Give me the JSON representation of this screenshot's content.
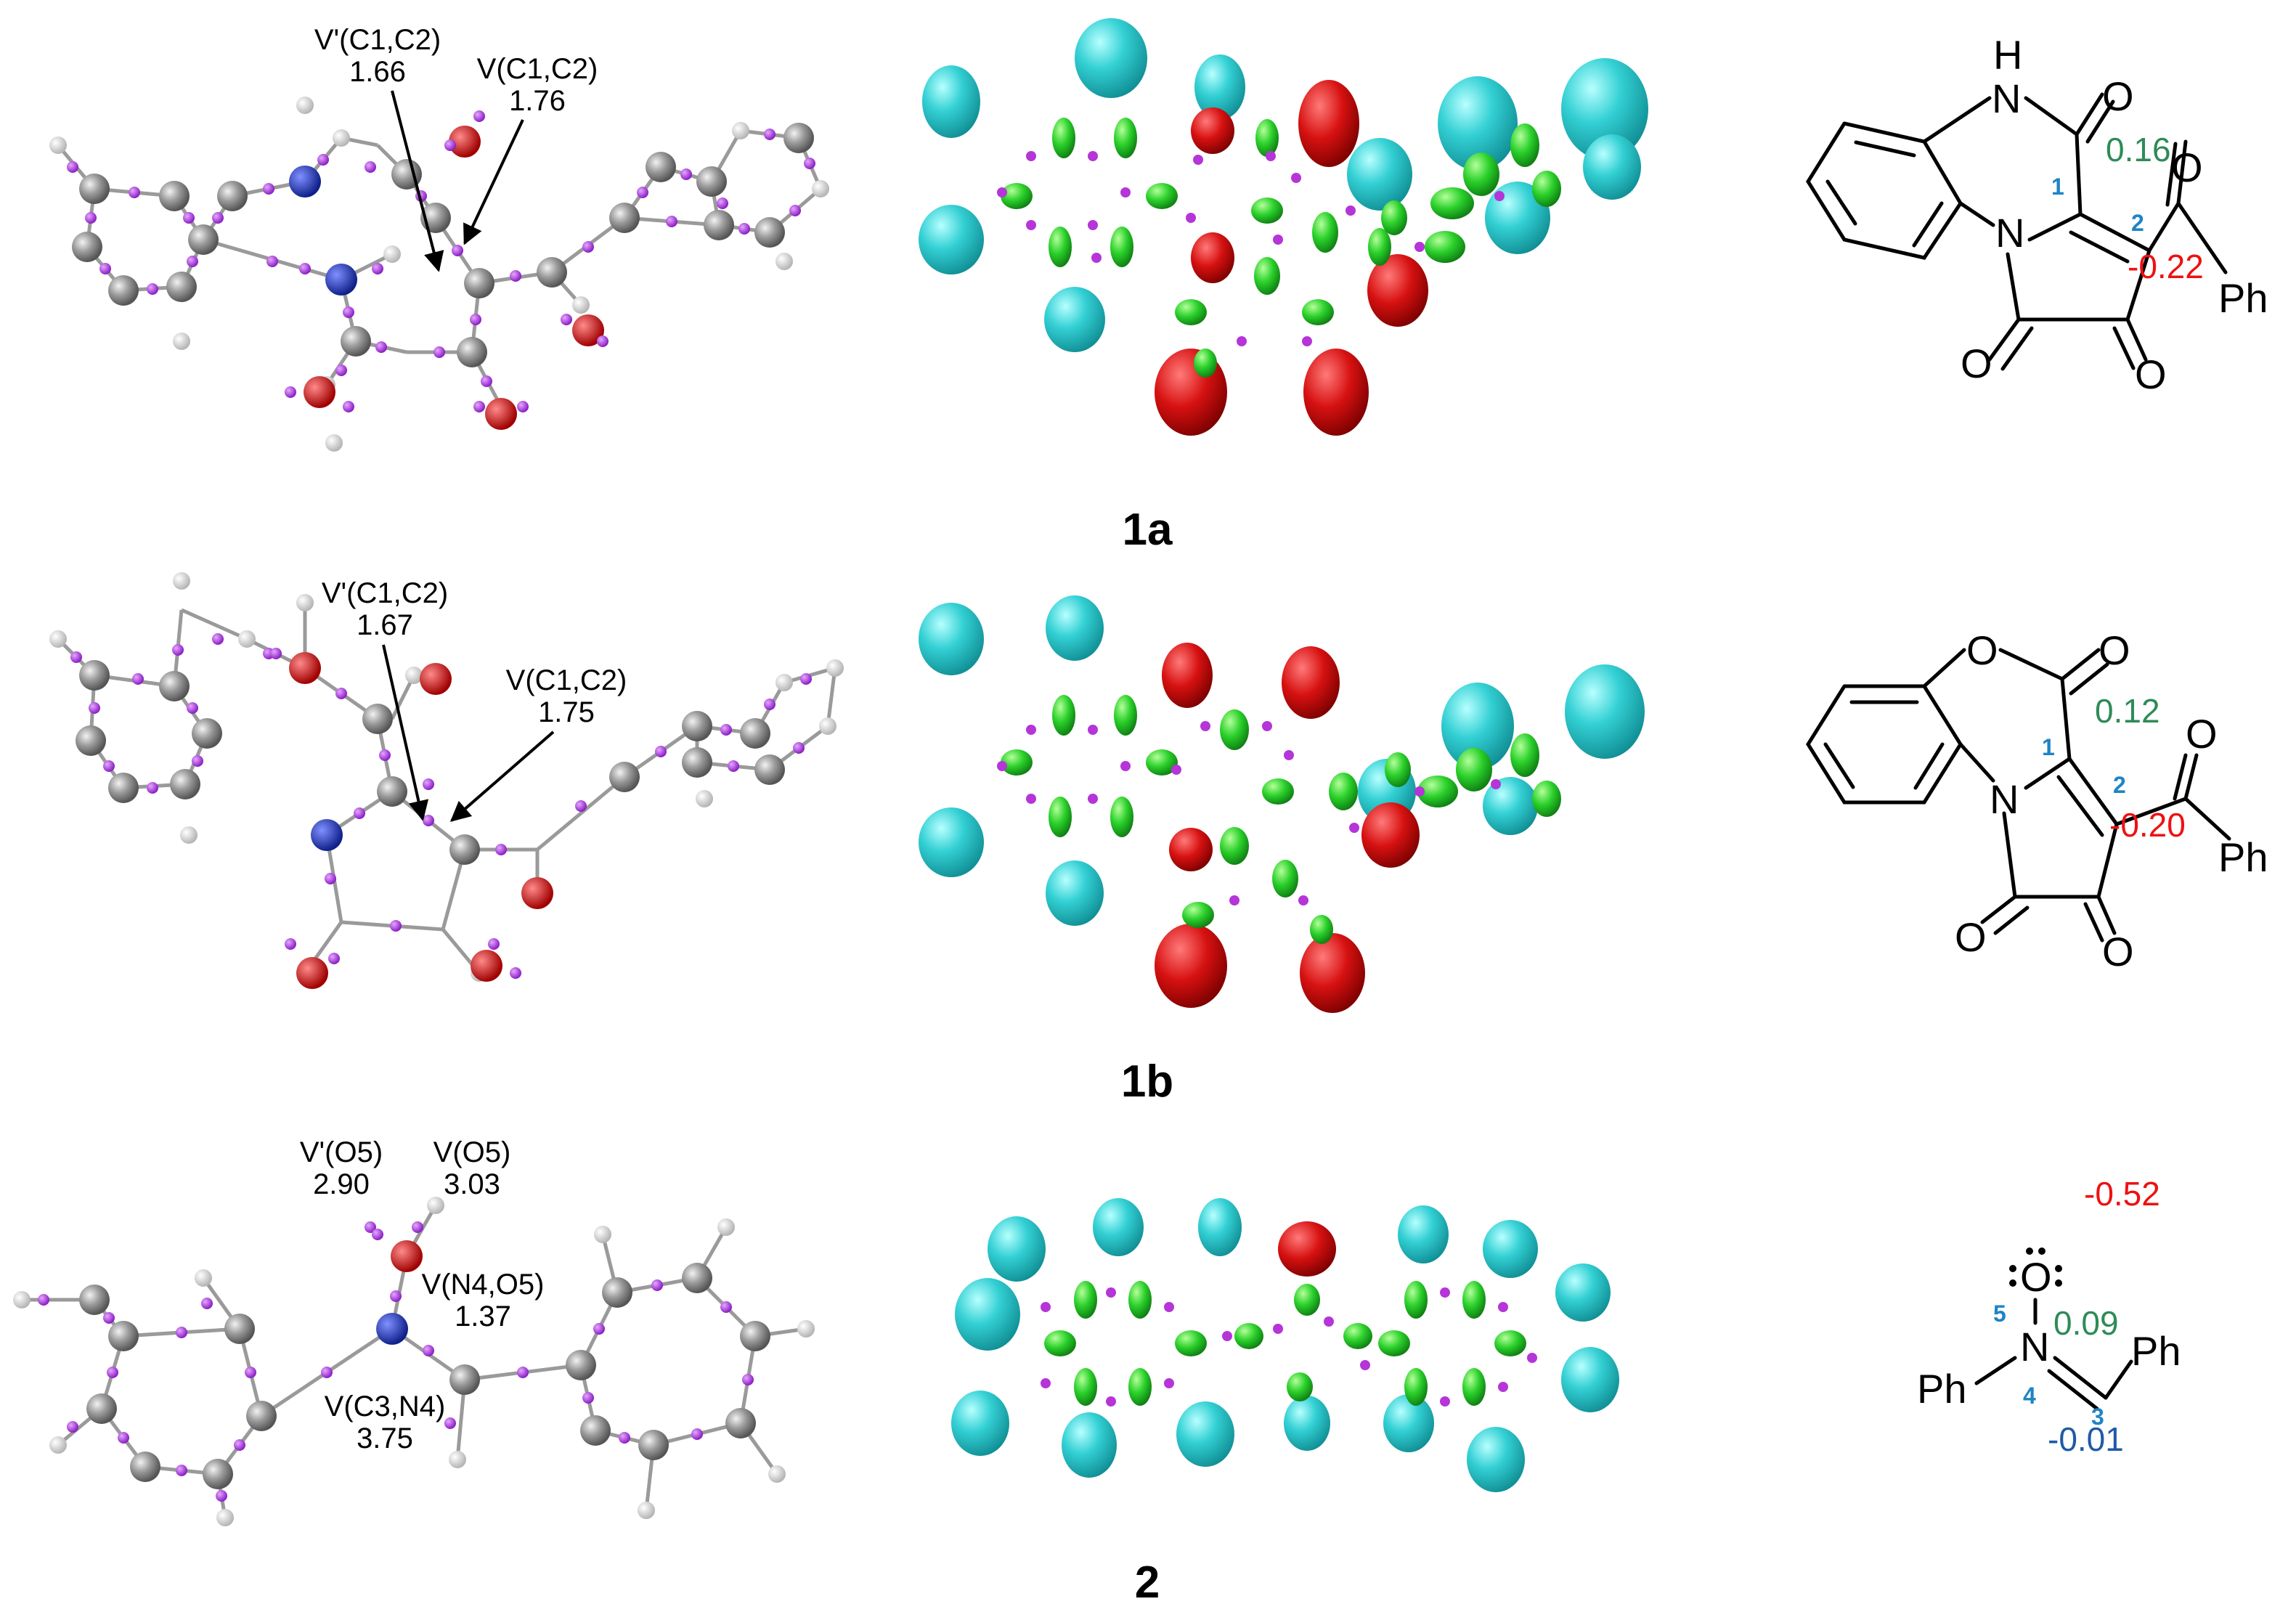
{
  "captions": {
    "row1": "1a",
    "row2": "1b",
    "row3": "2"
  },
  "annotations": {
    "r1_vprime_name": "V'(C1,C2)",
    "r1_vprime_val": "1.66",
    "r1_v_name": "V(C1,C2)",
    "r1_v_val": "1.76",
    "r2_vprime_name": "V'(C1,C2)",
    "r2_vprime_val": "1.67",
    "r2_v_name": "V(C1,C2)",
    "r2_v_val": "1.75",
    "r3_vo_prime_name": "V'(O5)",
    "r3_vo_prime_val": "2.90",
    "r3_vo_name": "V(O5)",
    "r3_vo_val": "3.03",
    "r3_vno_name": "V(N4,O5)",
    "r3_vno_val": "1.37",
    "r3_vcn_name": "V(C3,N4)",
    "r3_vcn_val": "3.75"
  },
  "structure_1a": {
    "atom_h": "H",
    "atom_n1": "N",
    "atom_n2": "N",
    "atom_o1": "O",
    "atom_o2": "O",
    "atom_o3": "O",
    "atom_o4": "O",
    "ph": "Ph",
    "num1": "1",
    "num2": "2",
    "charge_c1": "0.16",
    "charge_c2": "-0.22"
  },
  "structure_1b": {
    "atom_o_ring": "O",
    "atom_n": "N",
    "atom_o1": "O",
    "atom_o2": "O",
    "atom_o3": "O",
    "atom_o4": "O",
    "ph": "Ph",
    "num1": "1",
    "num2": "2",
    "charge_c1": "0.12",
    "charge_c2": "-0.20"
  },
  "structure_2": {
    "charge_o": "-0.52",
    "atom_o": "O",
    "atom_n": "N",
    "ph_left": "Ph",
    "ph_right": "Ph",
    "num5": "5",
    "num4": "4",
    "num3": "3",
    "charge_n": "0.09",
    "charge_c": "-0.01"
  },
  "colors": {
    "carbon": "#8c8c8c",
    "hydrogen": "#dcdcdc",
    "nitrogen": "#1e2fd0",
    "oxygen": "#dd1111",
    "basin": "#a640d6",
    "elf_cyan": "#2ec4c8",
    "elf_green": "#22c422",
    "elf_red": "#cc1111",
    "charge_green": "#2e8b57",
    "charge_red": "#ee1111",
    "charge_blue": "#1f5aa6",
    "atom_number": "#1f84c4"
  }
}
